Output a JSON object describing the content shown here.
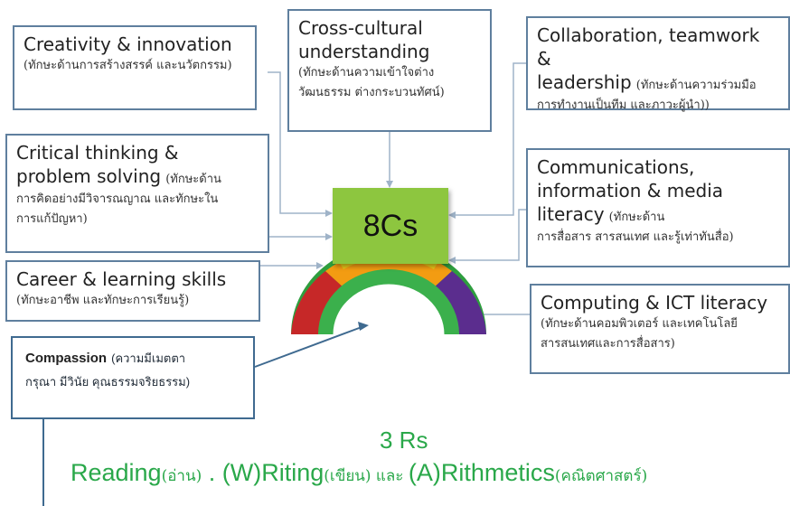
{
  "center_label": "8Cs",
  "boxes": {
    "creativity": {
      "en": "Creativity & innovation",
      "th": "(ทักษะด้านการสร้างสรรค์ และนวัตกรรม)"
    },
    "cross_cultural": {
      "en1": "Cross-cultural",
      "en2": "understanding",
      "th1": "(ทักษะด้านความเข้าใจต่าง",
      "th2": "วัฒนธรรม ต่างกระบวนทัศน์)"
    },
    "collaboration": {
      "en1": "Collaboration, teamwork &",
      "en2": "leadership",
      "th_inline": "(ทักษะด้านความร่วมมือ",
      "th2": "การทำงานเป็นทีม และภาวะผู้นำ))"
    },
    "critical": {
      "en1": "Critical thinking &",
      "en2": "problem solving",
      "th_inline": "(ทักษะด้าน",
      "th2": "การคิดอย่างมีวิจารณญาณ และทักษะใน",
      "th3": "การแก้ปัญหา)"
    },
    "communications": {
      "en1": "Communications,",
      "en2": "information & media",
      "en3": "literacy",
      "th_inline": "(ทักษะด้าน",
      "th2": "การสื่อสาร สารสนเทศ และรู้เท่าทันสื่อ)"
    },
    "career": {
      "en": "Career & learning skills",
      "th": "(ทักษะอาชีพ และทักษะการเรียนรู้)"
    },
    "computing": {
      "en": "Computing & ICT literacy",
      "th1": "(ทักษะด้านคอมพิวเตอร์ และเทคโนโลยี",
      "th2": "สารสนเทศและการสื่อสาร)"
    },
    "compassion": {
      "en": "Compassion",
      "th_inline": "(ความมีเมตตา",
      "th2": "กรุณา มีวินัย คุณธรรมจริยธรรม)"
    }
  },
  "three_rs": {
    "title": "3 Rs",
    "reading": "Reading",
    "reading_th": "(อ่าน)",
    "sep": " . ",
    "writing": "(W)Riting",
    "writing_th": "(เขียน)",
    "and_th": " และ ",
    "arithmetic": "(A)Rithmetics",
    "arithmetic_th": "(คณิตศาสตร์)"
  },
  "colors": {
    "box_border": "#5f7f9e",
    "center_bg": "#8dc63f",
    "rs_text": "#2aa84a",
    "arc_red": "#c62828",
    "arc_orange": "#f39c12",
    "arc_yellow": "#e6c619",
    "arc_green": "#2e9e3e",
    "arc_purple": "#5b2d8e",
    "connector": "#9fb3c8"
  }
}
